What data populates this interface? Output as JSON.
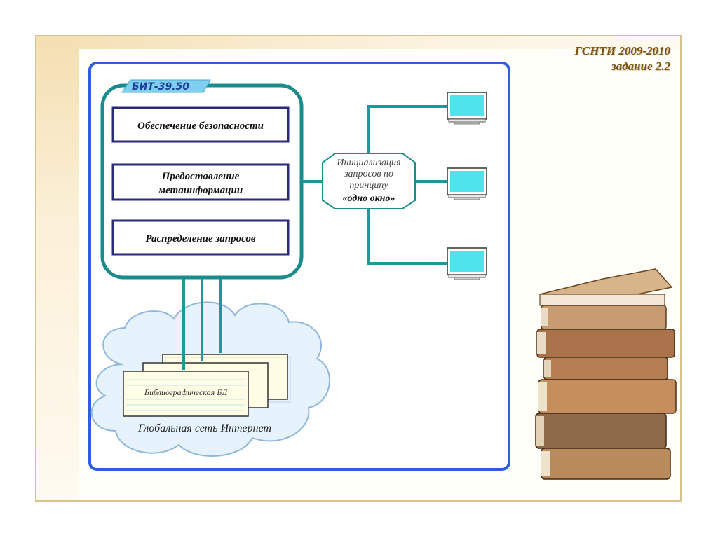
{
  "slide": {
    "tag_line1": "ГСНТИ 2009-2010",
    "tag_line2": "задание 2.2"
  },
  "diagram": {
    "system_label": "БИТ-39.50",
    "modules": [
      {
        "lines": [
          "Обеспечение безопасности"
        ]
      },
      {
        "lines": [
          "Предоставление",
          "метаинформации"
        ]
      },
      {
        "lines": [
          "Распределение запросов"
        ]
      }
    ],
    "gateway_lines": [
      "Инициализация",
      "запросов по",
      "принципу",
      "«одно окно»"
    ],
    "database_label": "Библиографическая БД",
    "cloud_label": "Глобальная сеть Интернет",
    "workstation_icon": "monitor-icon",
    "decoration_icon": "book-stack-icon",
    "colors": {
      "panel_border": "#2f5fd8",
      "system_border": "#1a8c8c",
      "connector": "#1a9a9a",
      "module_border": "#2a2a7a",
      "cloud_fill": "#e6f2fc",
      "cloud_border": "#8fb6dc",
      "screen": "#4fe3ee",
      "label_fill": "#7fd0f0"
    }
  }
}
